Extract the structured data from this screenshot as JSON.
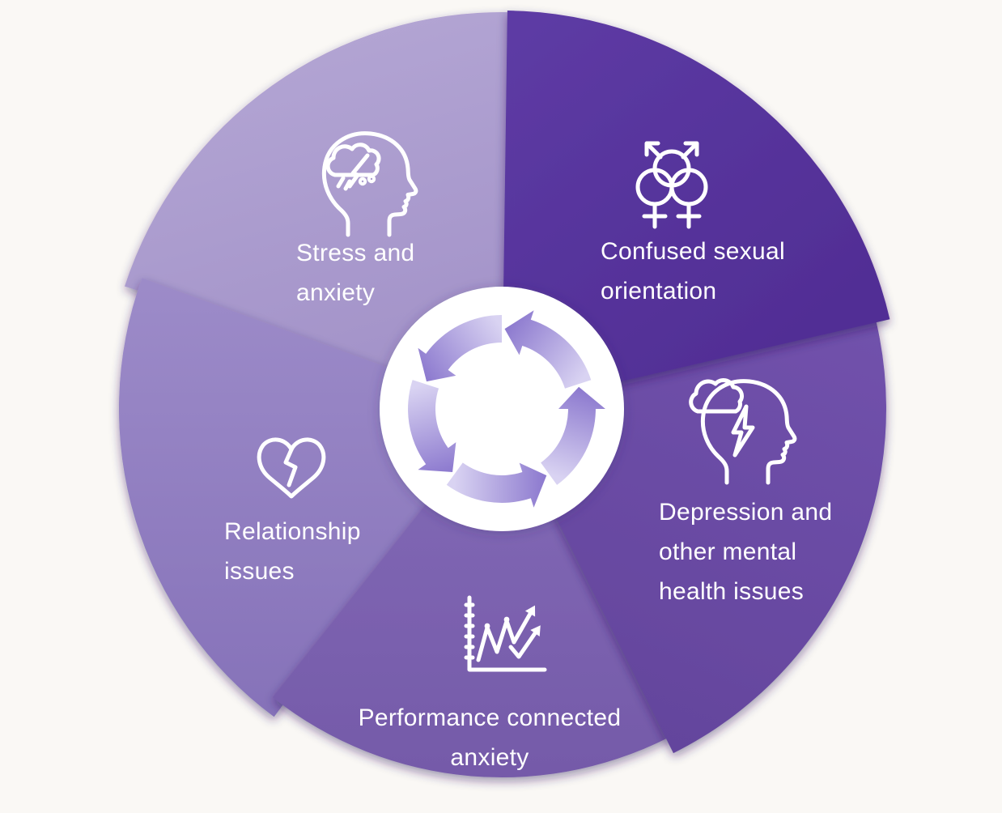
{
  "diagram": {
    "kind": "cycle-infographic",
    "background_color": "#faf8f5",
    "text_color": "#ffffff"
  },
  "segments": [
    {
      "id": "confused",
      "label": "Confused sexual\norientation",
      "icon": "gender-symbols-icon",
      "color": "#512e95",
      "color_light": "#5d3ba4"
    },
    {
      "id": "depression",
      "label": "Depression and\nother mental\nhealth issues",
      "icon": "head-storm-lightning-icon",
      "color": "#64459d",
      "color_light": "#7152ac"
    },
    {
      "id": "performance",
      "label": "Performance connected\nanxiety",
      "icon": "line-chart-arrows-icon",
      "color": "#755aa9",
      "color_light": "#8169b5"
    },
    {
      "id": "relationship",
      "label": "Relationship\nissues",
      "icon": "broken-heart-icon",
      "color": "#8672b9",
      "color_light": "#9d8cc9"
    },
    {
      "id": "stress",
      "label": "Stress and\nanxiety",
      "icon": "head-storm-rain-icon",
      "color": "#9886c1",
      "color_light": "#b2a4d3"
    }
  ],
  "center": {
    "icon": "cycle-arrows-icon",
    "circle_color": "#ffffff",
    "arrow_tail_color": "#d9d3f2",
    "arrow_head_color": "#8b78ce"
  }
}
